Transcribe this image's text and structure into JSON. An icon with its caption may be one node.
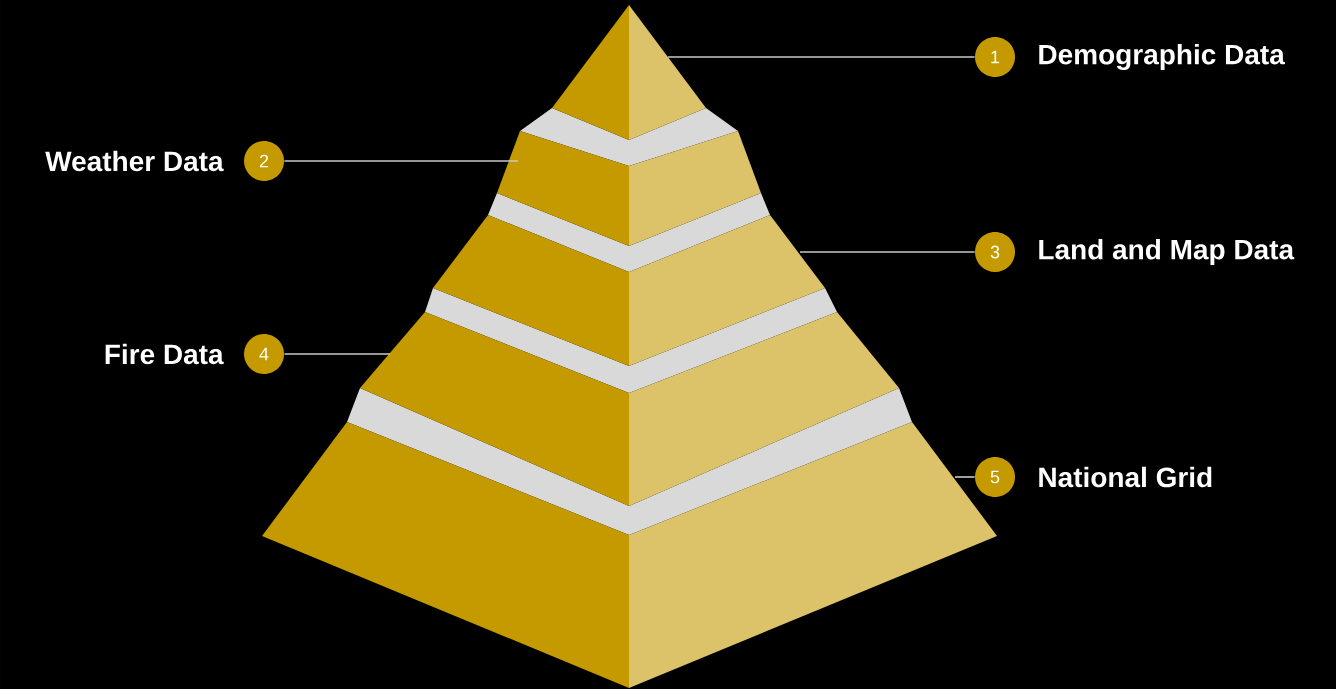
{
  "diagram": {
    "nodes": [
      {
        "text": [
          "1"
        ],
        "beside": [
          "Demographic Data"
        ]
      },
      {
        "text": [
          "2"
        ],
        "beside": [
          "Weather Data"
        ]
      },
      {
        "text": [
          "3"
        ],
        "beside": [
          "Land and Map Data"
        ]
      },
      {
        "text": [
          "4"
        ],
        "beside": [
          "Fire Data"
        ]
      },
      {
        "text": [
          "5"
        ],
        "beside": [
          "National Grid"
        ]
      },
      {
        "text": [],
        "shape": "triangle"
      },
      {
        "text": [],
        "shape": "trapezoid"
      },
      {
        "text": [],
        "shape": "trapezoid"
      },
      {
        "text": [],
        "shape": "trapezoid"
      },
      {
        "text": [],
        "shape": "trapezoid"
      }
    ],
    "edges": [
      {
        "from": 0,
        "to": 5,
        "arrow": "none"
      },
      {
        "from": 1,
        "to": 6,
        "arrow": "none"
      },
      {
        "from": 2,
        "to": 7,
        "arrow": "none"
      },
      {
        "from": 3,
        "to": 8,
        "arrow": "none"
      },
      {
        "from": 4,
        "to": 9,
        "arrow": "none"
      }
    ]
  }
}
